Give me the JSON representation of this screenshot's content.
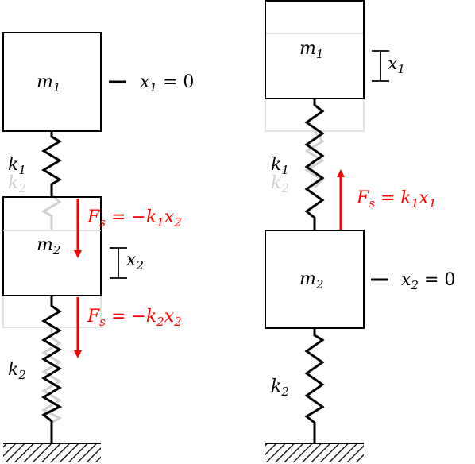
{
  "left": {
    "m1": {
      "sym": "m",
      "sub": "1"
    },
    "x1_eq": {
      "sym": "x",
      "sub": "1",
      "rest": " = 0"
    },
    "k1": {
      "sym": "k",
      "sub": "1"
    },
    "k2_ghost": {
      "sym": "k",
      "sub": "2"
    },
    "m2": {
      "sym": "m",
      "sub": "2"
    },
    "x2": {
      "sym": "x",
      "sub": "2"
    },
    "force_top": {
      "F": "F",
      "Fsub": "s",
      "mid": " = −",
      "k": "k",
      "ksub": "1",
      "x": "x",
      "xsub": "2"
    },
    "force_bottom": {
      "F": "F",
      "Fsub": "s",
      "mid": " = −",
      "k": "k",
      "ksub": "2",
      "x": "x",
      "xsub": "2"
    },
    "k2": {
      "sym": "k",
      "sub": "2"
    }
  },
  "right": {
    "m1": {
      "sym": "m",
      "sub": "1"
    },
    "x1": {
      "sym": "x",
      "sub": "1"
    },
    "k1": {
      "sym": "k",
      "sub": "1"
    },
    "k2_ghost": {
      "sym": "k",
      "sub": "2"
    },
    "force": {
      "F": "F",
      "Fsub": "s",
      "mid": " = ",
      "k": "k",
      "ksub": "1",
      "x": "x",
      "xsub": "1"
    },
    "m2": {
      "sym": "m",
      "sub": "2"
    },
    "x2_eq": {
      "sym": "x",
      "sub": "2",
      "rest": " = 0"
    },
    "k2": {
      "sym": "k",
      "sub": "2"
    }
  },
  "colors": {
    "force": "#ff0000",
    "ghost": "#d9d9d9",
    "ink": "#000000"
  }
}
